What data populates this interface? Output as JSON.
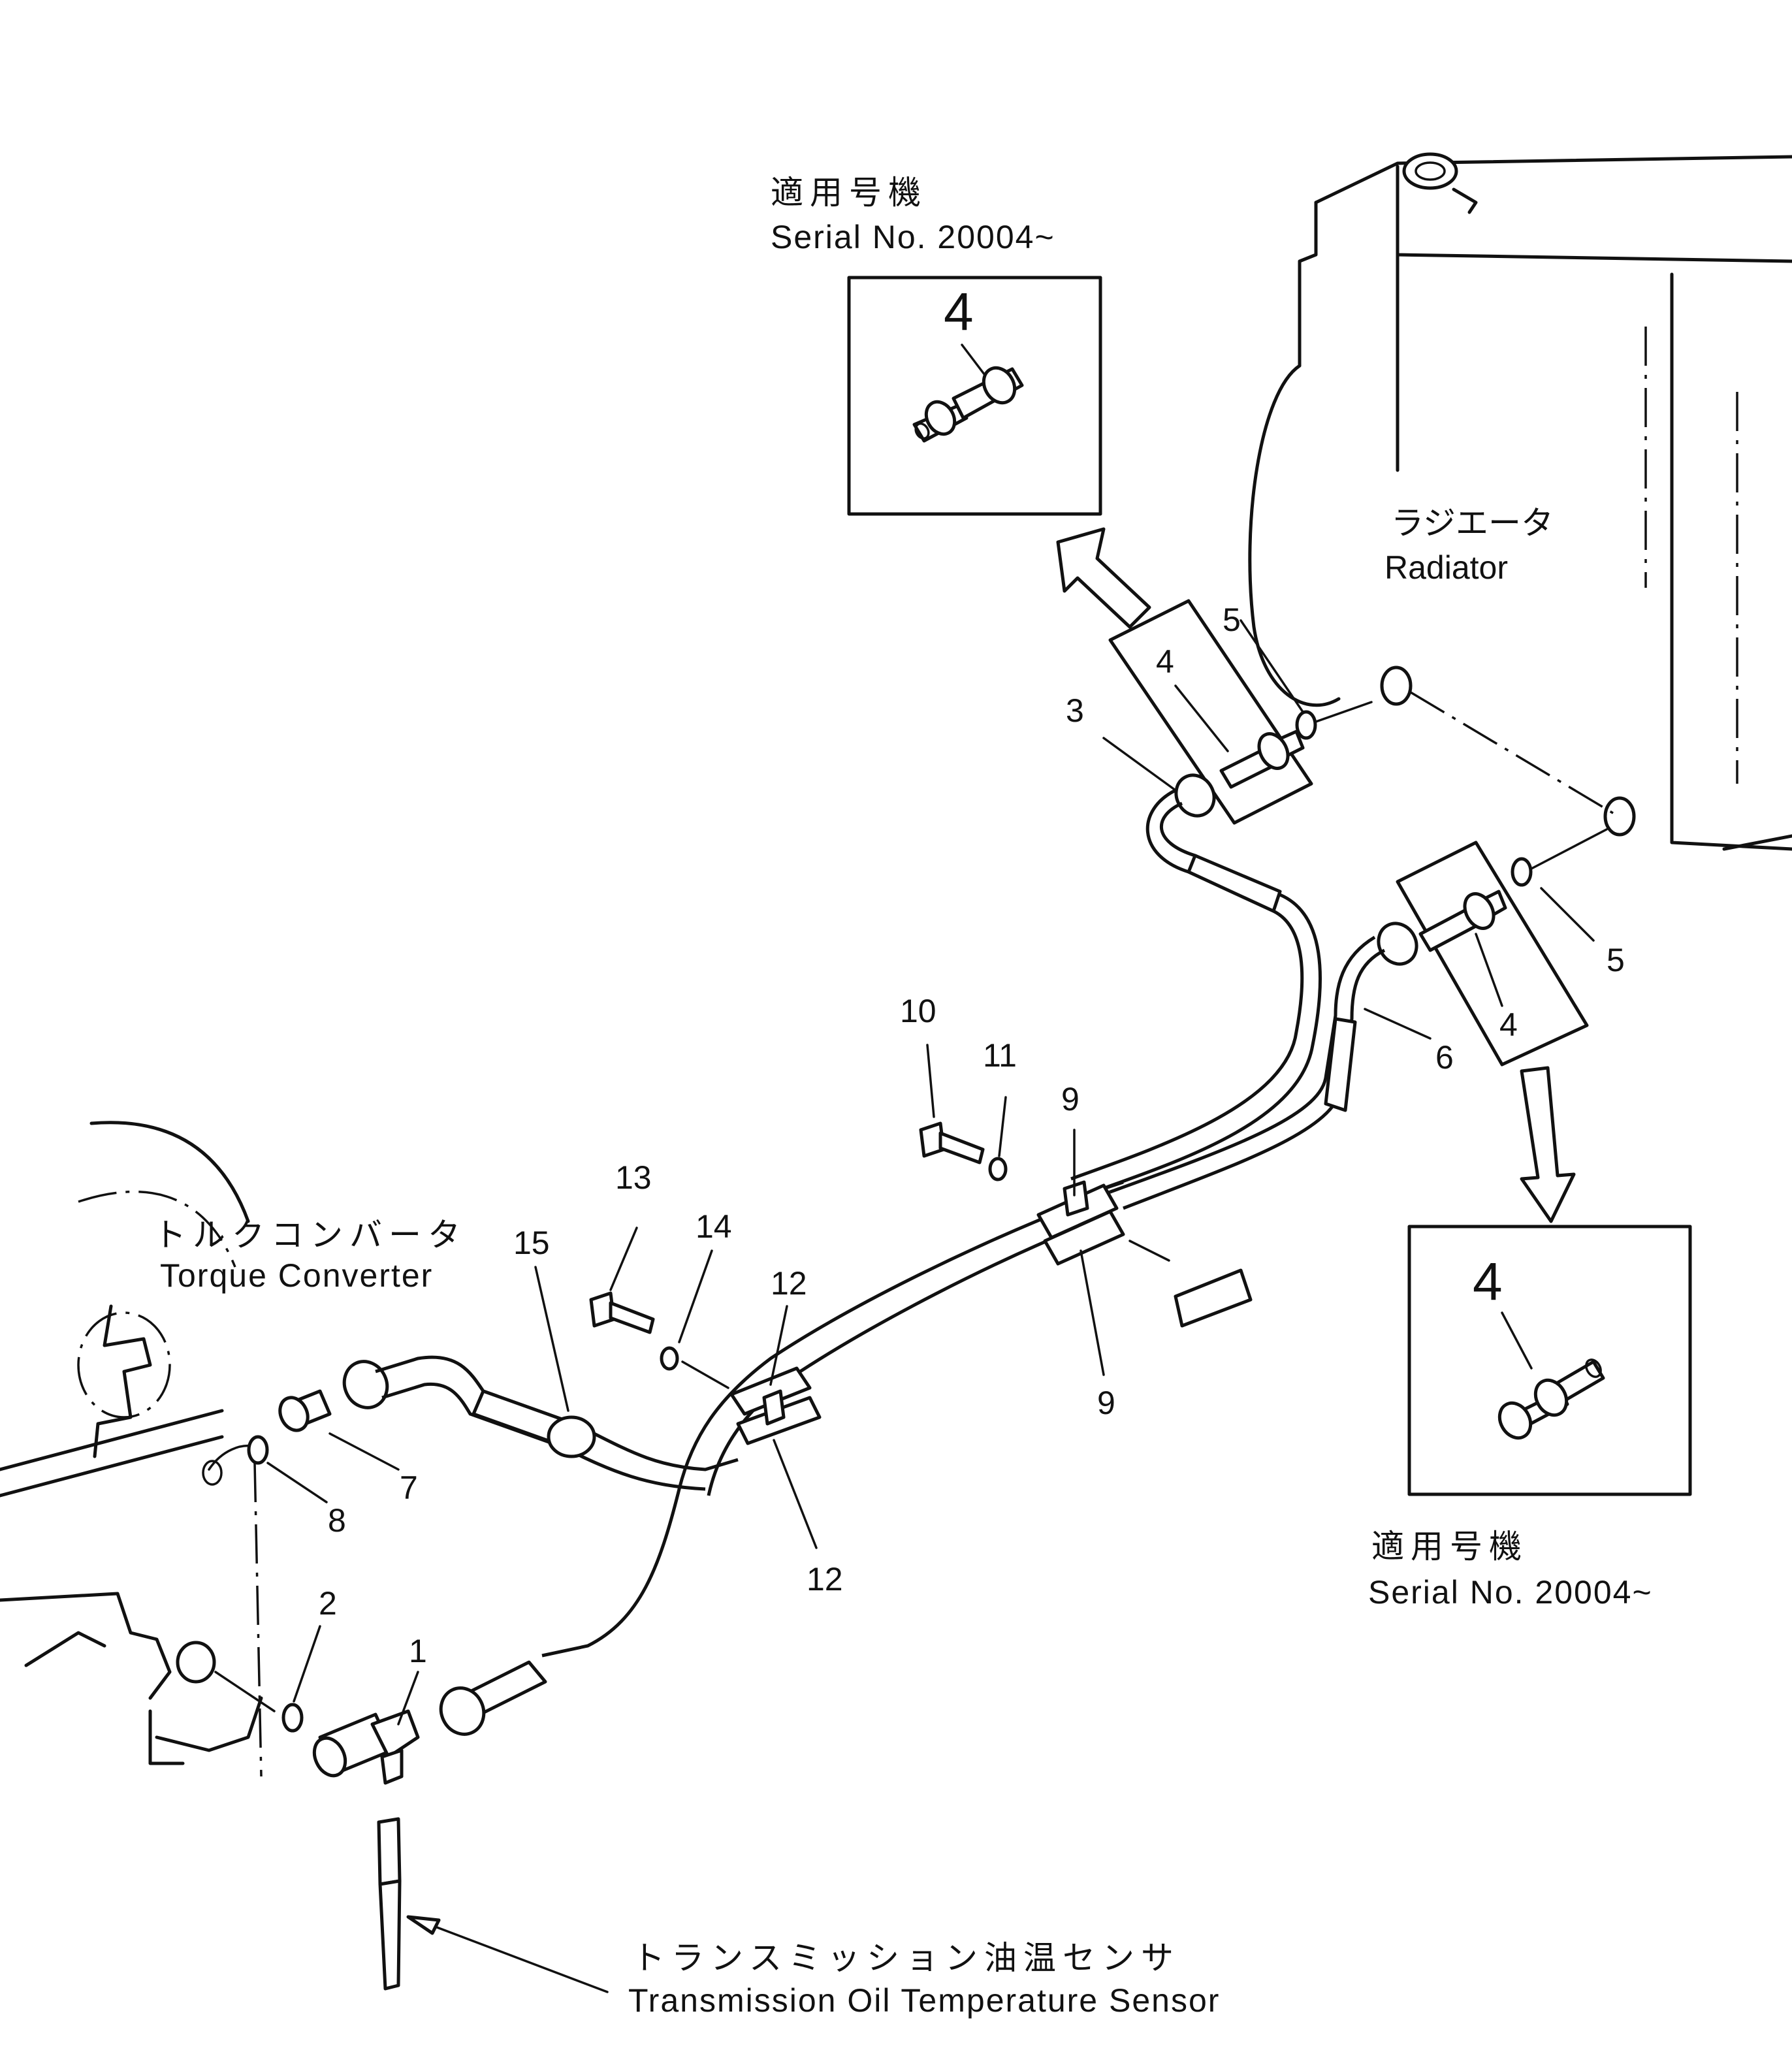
{
  "labels": {
    "serial_top_jp": "適用号機",
    "serial_top_en": "Serial No. 20004~",
    "serial_bottom_jp": "適用号機",
    "serial_bottom_en": "Serial No. 20004~",
    "radiator_jp": "ラジエータ",
    "radiator_en": "Radiator",
    "torque_jp": "トルクコンバータ",
    "torque_en": "Torque Converter",
    "sensor_jp": "トランスミッション油温センサ",
    "sensor_en": "Transmission Oil Temperature Sensor"
  },
  "detail_callouts": {
    "top": "4",
    "bottom": "4"
  },
  "part_numbers": {
    "p1": "1",
    "p2": "2",
    "p3": "3",
    "p4a": "4",
    "p4b": "4",
    "p5a": "5",
    "p5b": "5",
    "p6": "6",
    "p7": "7",
    "p8": "8",
    "p9a": "9",
    "p9b": "9",
    "p10": "10",
    "p11": "11",
    "p12a": "12",
    "p12b": "12",
    "p13": "13",
    "p14": "14",
    "p15": "15"
  }
}
